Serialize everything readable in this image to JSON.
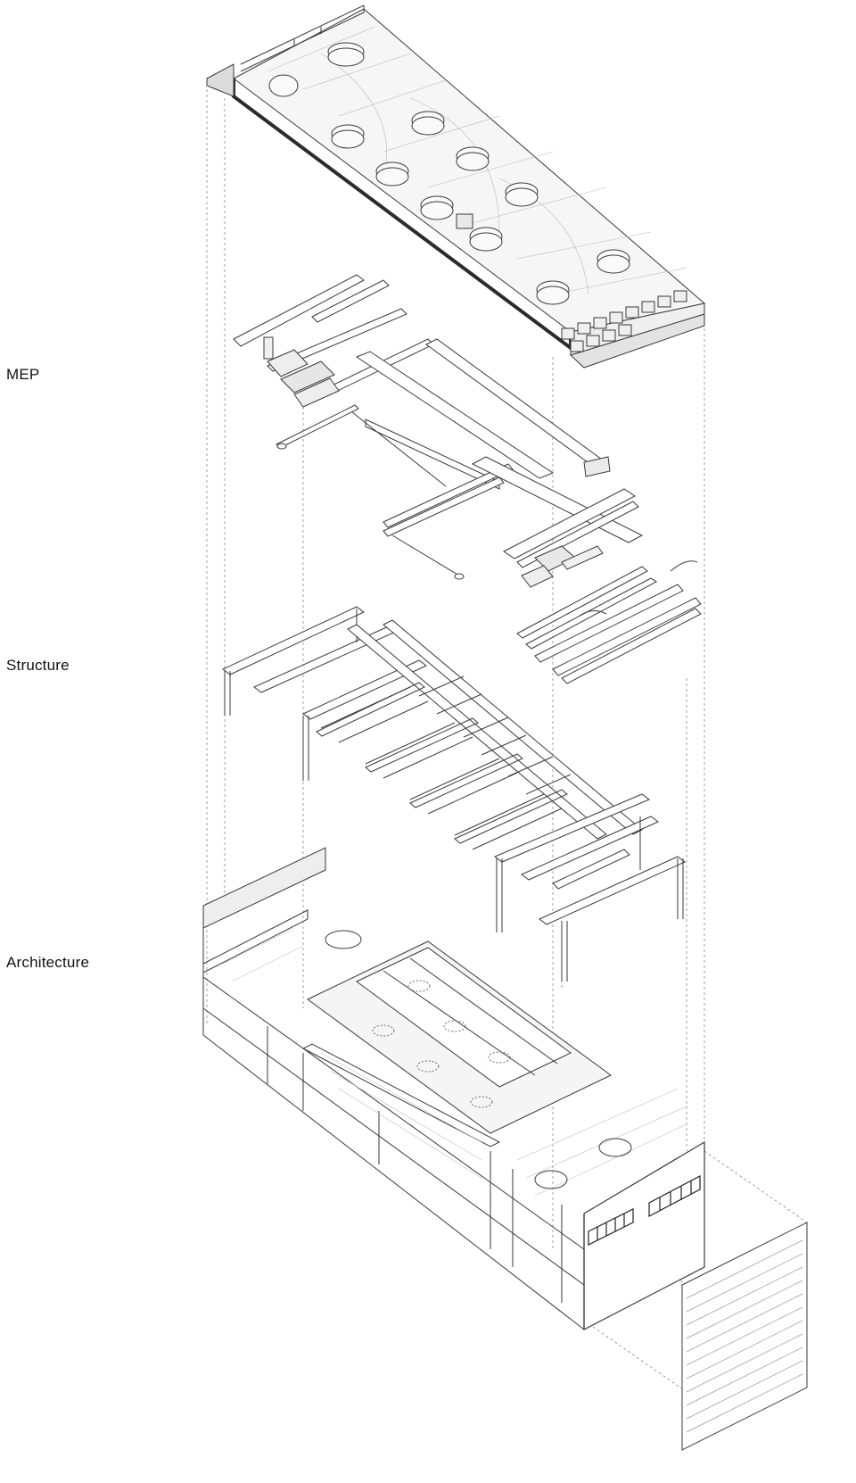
{
  "labels": {
    "mep": "MEP",
    "structure": "Structure",
    "architecture": "Architecture"
  },
  "colors": {
    "line": "#3a3a3a",
    "fill_light": "#f4f4f4",
    "roof_edge": "#2b2b2b",
    "guide": "#8a8a8a"
  }
}
